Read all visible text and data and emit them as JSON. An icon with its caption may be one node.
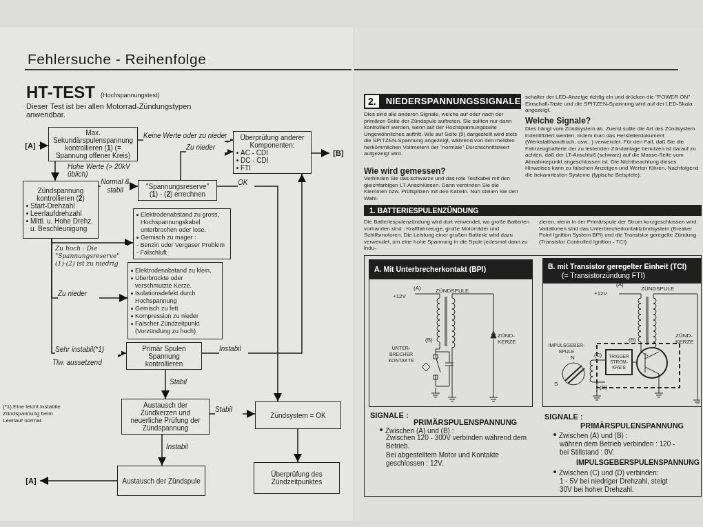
{
  "diagram": {
    "title": "Fehlersuche - Reihenfolge",
    "nodes": [
      {
        "text": [
          "[A]"
        ]
      },
      {
        "text": [
          "Max. Sekundärspulenspannung kontrollieren (**1**) (= Spannung offener Kreis)"
        ]
      },
      {
        "text": [
          "Überprüfung anderer Komponenten:",
          "AC - CDI",
          "DC - CDI",
          "FTI"
        ]
      },
      {
        "text": [
          "[B]"
        ]
      },
      {
        "text": [
          "Zündspannung kontrollieren (**2**)",
          "Start-Drehzahl",
          "Leerlaufdrehzahl",
          "Mittl. u. Hohe Drehz. u. Beschleunigung"
        ]
      },
      {
        "text": [
          "\"Spannungsreserve\" (**1**) - (**2**) errechnen"
        ]
      },
      {
        "text": [
          "Elektrodenabstand zu gross, Hochspannungskabel unterbrochen oder lose.",
          "Gemisch zu mager :",
          "- Benzin oder Vergaser Problem",
          "- Falschluft"
        ]
      },
      {
        "text": [
          "Elektrodenabstand zu klein,",
          "Überbrückte oder verschmutzte Kerze.",
          "Isolationsdefekt durch Hochspannung",
          "Gemisch zu fett",
          "Kompression zu nieder",
          "Falscher Zündzeitpunkt (Vorzündung zu hoch)"
        ]
      },
      {
        "text": [
          "Primär Spulen Spannung kontrollieren"
        ]
      },
      {
        "text": [
          "Austausch der Zündkerzen und neuerliche Prüfung der Zündspannung"
        ]
      },
      {
        "text": [
          "Zündsystem = OK"
        ]
      },
      {
        "text": [
          "Austausch der Zündspule"
        ]
      },
      {
        "text": [
          "Überprüfung des Zündzeitpunktes"
        ]
      },
      {
        "text": [
          "[A]"
        ]
      },
      {
        "text": [
          "2.",
          "NIEDERSPANNUNGSSIGNALE"
        ]
      },
      {
        "text": [
          "1. BATTERIESPULENZÜNDUNG"
        ]
      },
      {
        "text": [
          "A. Mit Unterbrecherkontakt (BPI)"
        ]
      },
      {
        "text": [
          "B. mit Transistor geregelter Einheit (TCI)",
          "(= Transistorzündung FTI)"
        ]
      },
      {
        "text": [
          "TRIGGER STROM-KREIS"
        ]
      }
    ],
    "edges": [
      {
        "from": 0,
        "to": 1,
        "arrow": "to"
      },
      {
        "from": 1,
        "to": 2,
        "arrow": "to",
        "label": "Keine Werte oder zu nieder"
      },
      {
        "from": 1,
        "to": 4,
        "arrow": "to",
        "label": "Hohe Werte (> 20kV üblich)"
      },
      {
        "from": 4,
        "to": 5,
        "arrow": "to",
        "label": "Normal & stabil"
      },
      {
        "from": 5,
        "to": 2,
        "arrow": "to",
        "label": "Zu nieder"
      },
      {
        "from": 5,
        "to": 10,
        "arrow": "to",
        "label": "OK"
      },
      {
        "from": 2,
        "to": 3,
        "arrow": "to"
      },
      {
        "from": 8,
        "to": 2,
        "arrow": "to",
        "label": "Instabil"
      },
      {
        "from": 4,
        "to": 6,
        "arrow": "to",
        "label": "Zu hoch : Die \"Spannungsreserve\" (1)-(2) ist zu niedrig"
      },
      {
        "from": 4,
        "to": 7,
        "arrow": "to",
        "label": "Zu nieder"
      },
      {
        "from": 4,
        "to": 8,
        "arrow": "to",
        "label": "Sehr instabil(*1)"
      },
      {
        "from": 8,
        "to": 9,
        "arrow": "to",
        "label": "Stabil"
      },
      {
        "from": 9,
        "to": 10,
        "arrow": "to",
        "label": "Stabil"
      },
      {
        "from": 9,
        "to": 11,
        "arrow": "to",
        "label": "Instabil"
      },
      {
        "from": 10,
        "to": 12,
        "arrow": "to"
      },
      {
        "from": 11,
        "to": 13,
        "arrow": "to"
      }
    ],
    "labels": [
      "HT-TEST",
      "(Hochspannungstest)",
      "Dieser Test ist bei allen Motorrad-Zündungstypen anwendbar.",
      "Tlw. aussetzend",
      "(*1) Eine leicht instabile Zündspannung beim Leerlauf normal.",
      "Dies sind alle anderen Signale, welche auf oder nach der primären Seite der Zündspule auftreten. Sie sollten nur dann kontrolliert werden, wenn auf der Hochspannungsseite Ungewöhnliches auftritt. Wie auf Seite (5) dargestellt wird stets die SPITZEN-Spannung angezeigt, während von den meisten herkömmlichen Voltmetern der \"normale\" Durchschnittswert aufgezeigt wird.",
      "Wie wird gemessen?",
      "Verbinden Sie das schwarze und das rote Testkabel mit den gleichfarbigen LT-Anschlüssen. Dann verbinden Sie die Klemmen bzw. Prüfspitzen mit den Kabeln. Nun stellen Sie den Wahl-",
      "schalter der LED-Anzeige richtig ein und drücken die \"POWER ON\" Einschalt-Taste und die SPITZEN-Spannung wird auf der LED-Skala angezeigt.",
      "Welche Signale?",
      "Dies hängt vom Zündsystem ab. Zuerst sollte die Art des Zündsystem indentifiziert werden, indem man das Herstellerdokument (Werkstatthandbuch, usw...) verwendet. Für den Fall, daß Sie die Fahrzeugbatterie der zu testenden Zündanlage benutzen ist darauf zu achten, daß der LT-Anschluß (schwarz) auf die Masse-Seite vom Abnahmepunkt angeschlossen ist. Die Nichtbeachtung dieses Hinweises kann zu falschen Anzeigen und Werten führen. Nachfolgend die bekanntesten Systeme (typische Beispiele):",
      "Die Batteriespulenzündung wird dort verwendet, wo große Batterien vorhanden sind : Kraftfahrzeuge, große Motorräder und Schiffsmotoren. Die Leistung einer großen Batterie wird dazu verwendet, um eine hohe Spannung in die Spule jedesmal dann zu indu-",
      "zieren, wenn in der Primärspule der Strom kurzgeschlossen wird. Variationen sind das Unterbrecherkontaktzündsystem (Breaker Point Ignition System BPI) und die Transistor geregelte Zündung (Transistor Controlled Ignition - TCI)",
      "+12V",
      "(A)",
      "ZÜNDSPULE",
      "(B)",
      "UNTER-BRECHER KONTAKTE",
      "ZÜND-KERZE",
      "+12V",
      "(A)",
      "ZÜNDSPULE",
      "IMPULSGEBER-SPULE",
      "(B)",
      "(C)",
      "N",
      "S",
      "(D)",
      "ZÜND-KERZE",
      "SIGNALE :",
      "PRIMÄRSPULENSPANNUNG",
      "Zwischen (A) und (B) :",
      "Zwischen 120 - 300V verbinden während dem Betrieb.",
      "Bei abgestelltem Motor und Kontakte geschlossen : 12V.",
      "SIGNALE :",
      "PRIMÄRSPULENSPANNUNG",
      "Zwischen (A) und (B) :",
      "währen dem Betrieb verbinden : 120 -",
      "bei Stillstand : 0V.",
      "IMPULSGEBERSPULENSPANNUNG",
      "Zwischen (C) und (D) verbinden:",
      "1 - 5V bei niedriger Drehzahl, steigt",
      "30V bei hoher Drehzahl."
    ]
  }
}
